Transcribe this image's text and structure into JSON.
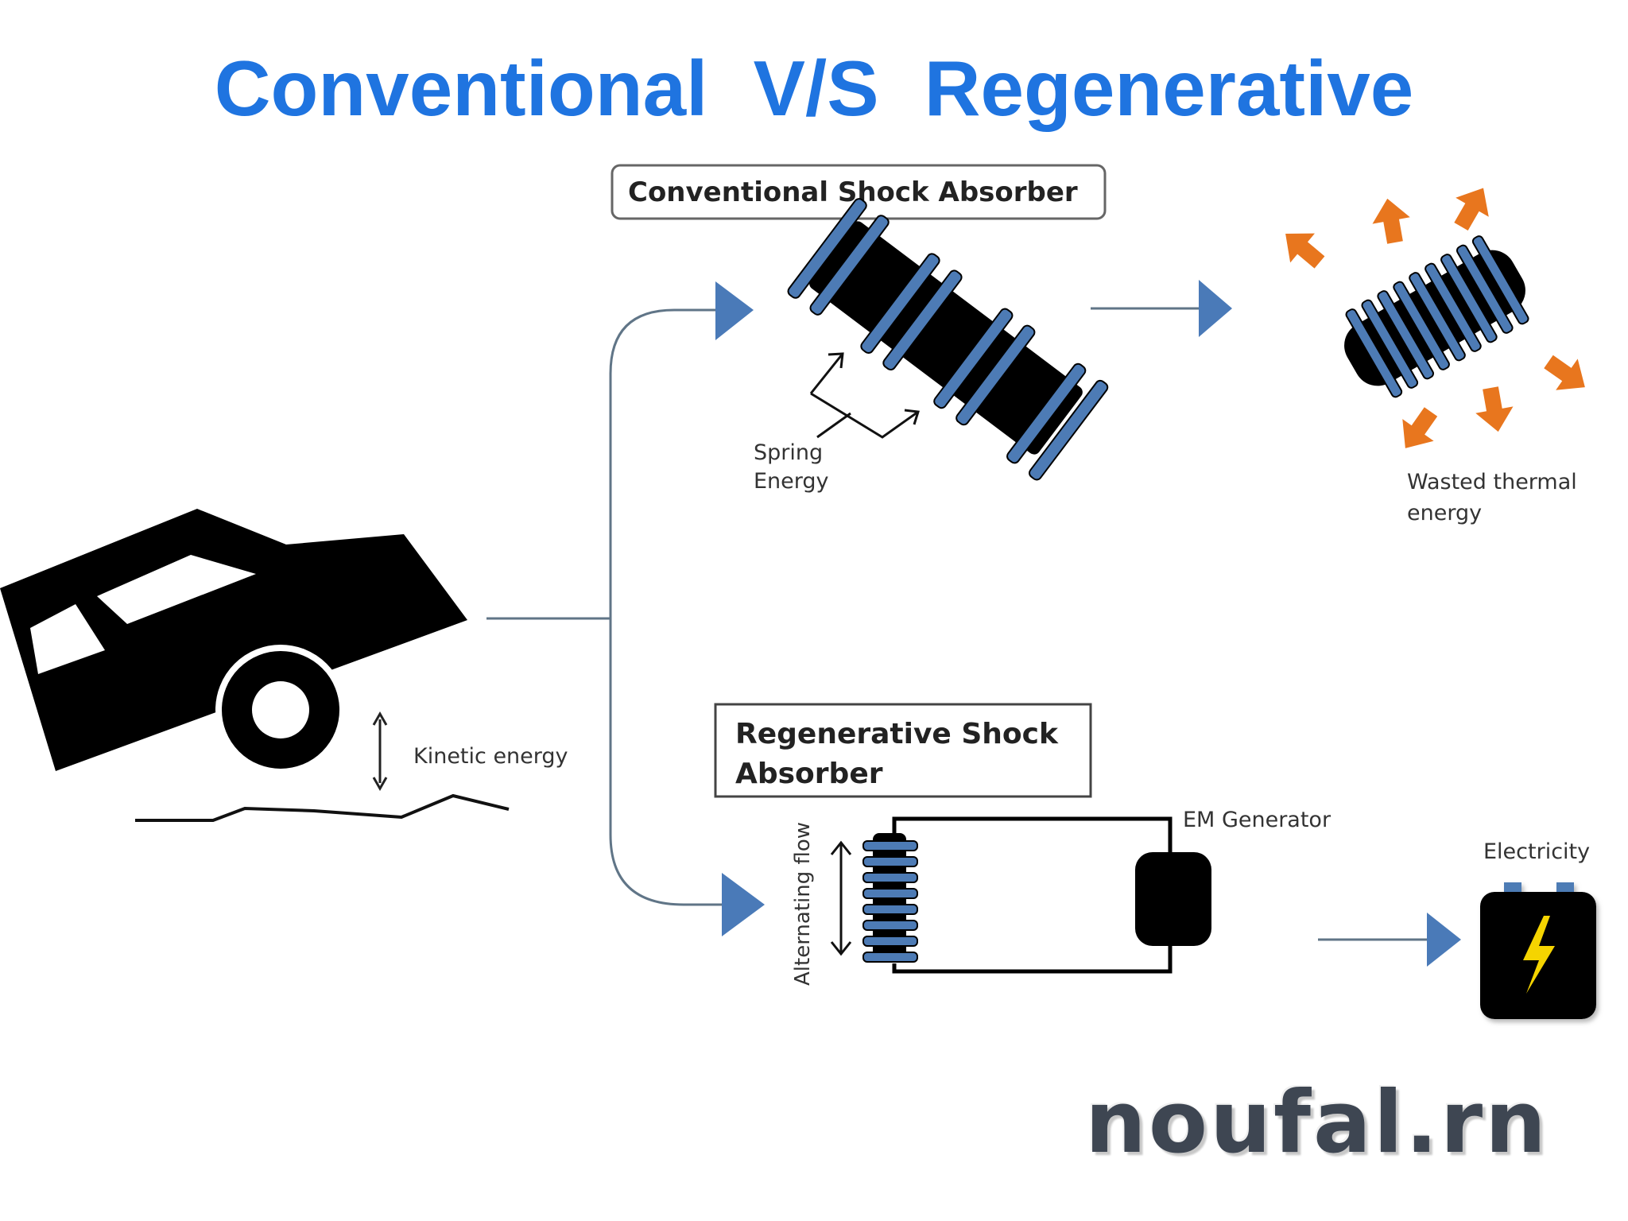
{
  "title": "Conventional  V/S  Regenerative",
  "labels": {
    "conventional_box": "Conventional Shock Absorber",
    "spring_energy_line1": "Spring",
    "spring_energy_line2": "Energy",
    "wasted_line1": "Wasted thermal",
    "wasted_line2": "energy",
    "kinetic": "Kinetic energy",
    "regen_line1": "Regenerative Shock",
    "regen_line2": "Absorber",
    "alternating": "Alternating  flow",
    "em_generator": "EM Generator",
    "electricity": "Electricity"
  },
  "watermark": "noufal.rn",
  "colors": {
    "title": "#1f74e0",
    "arrow_blue": "#4a7ab8",
    "heat_orange": "#e8761e",
    "spring_blue": "#4d7bb5",
    "bolt_yellow": "#f5d400"
  }
}
